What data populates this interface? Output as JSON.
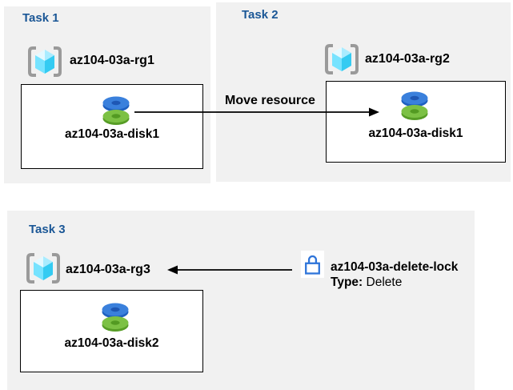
{
  "diagram": {
    "tasks": [
      {
        "title": "Task 1",
        "resource_group": "az104-03a-rg1",
        "disk": "az104-03a-disk1"
      },
      {
        "title": "Task 2",
        "resource_group": "az104-03a-rg2",
        "disk": "az104-03a-disk1"
      },
      {
        "title": "Task 3",
        "resource_group": "az104-03a-rg3",
        "disk": "az104-03a-disk2"
      }
    ],
    "move_arrow_label": "Move resource",
    "delete_lock": {
      "name": "az104-03a-delete-lock",
      "type_label": "Type:",
      "type_value": "Delete"
    }
  },
  "icons": {
    "resource_group": "resource-group-icon",
    "disk": "managed-disk-icon",
    "lock": "lock-icon"
  },
  "colors": {
    "panel_background": "#F1F1F1",
    "task_title_blue": "#1B5796",
    "text_black": "#000000",
    "bracket_gray": "#9A9A9A",
    "cube_top_left": "#E4F9FF",
    "cube_top_right": "#A9ECFF",
    "cube_front_left": "#76E3FF",
    "cube_front_right": "#34CBF2",
    "disk_blue_top": "#3A80DC",
    "disk_blue_side": "#1E60C0",
    "disk_green_top": "#7CC144",
    "disk_green_side": "#579D26",
    "lock_blue": "#2E74D9",
    "arrow_black": "#000000"
  }
}
